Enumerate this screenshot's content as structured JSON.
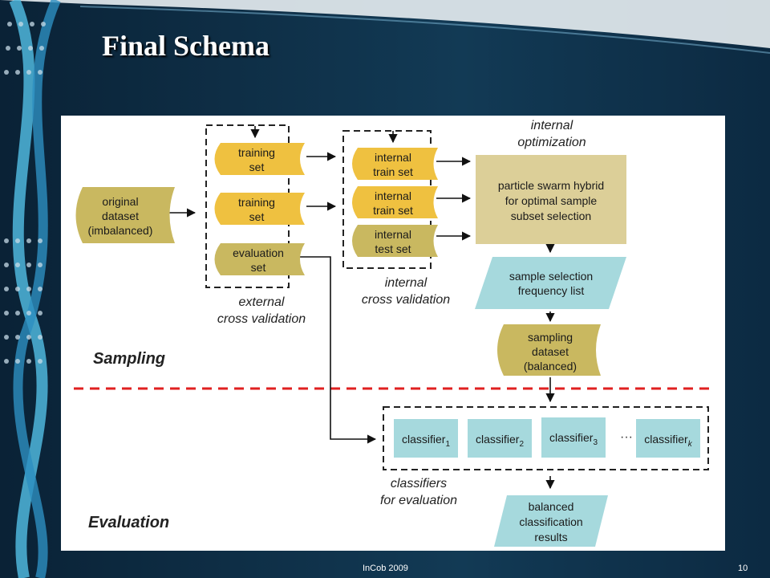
{
  "slide": {
    "title": "Final Schema",
    "footer_left": "InCob 2009",
    "footer_right": "10"
  },
  "colors": {
    "gold": "#efc140",
    "olive": "#c9b860",
    "tan": "#dccf98",
    "lightblue": "#a6d9dd",
    "red": "#e02020",
    "background": "#0e2f47"
  },
  "diagram": {
    "sections": {
      "sampling": "Sampling",
      "evaluation": "Evaluation"
    },
    "original_dataset": [
      "original",
      "dataset",
      "(imbalanced)"
    ],
    "training_set_1": [
      "training",
      "set"
    ],
    "training_set_2": [
      "training",
      "set"
    ],
    "evaluation_set": [
      "evaluation",
      "set"
    ],
    "external_cv": [
      "external",
      "cross validation"
    ],
    "internal_train_1": [
      "internal",
      "train set"
    ],
    "internal_train_2": [
      "internal",
      "train set"
    ],
    "internal_test": [
      "internal",
      "test set"
    ],
    "internal_cv": [
      "internal",
      "cross validation"
    ],
    "internal_optimization": [
      "internal",
      "optimization"
    ],
    "pso_box": [
      "particle swarm hybrid",
      "for optimal sample",
      "subset selection"
    ],
    "frequency_list": [
      "sample selection",
      "frequency list"
    ],
    "sampling_dataset": [
      "sampling",
      "dataset",
      "(balanced)"
    ],
    "classifier_word": "classifier",
    "classifier_subscripts": [
      "1",
      "2",
      "3",
      "k"
    ],
    "ellipsis": "···",
    "classifiers_caption": [
      "classifiers",
      "for evaluation"
    ],
    "results": [
      "balanced",
      "classification",
      "results"
    ]
  }
}
